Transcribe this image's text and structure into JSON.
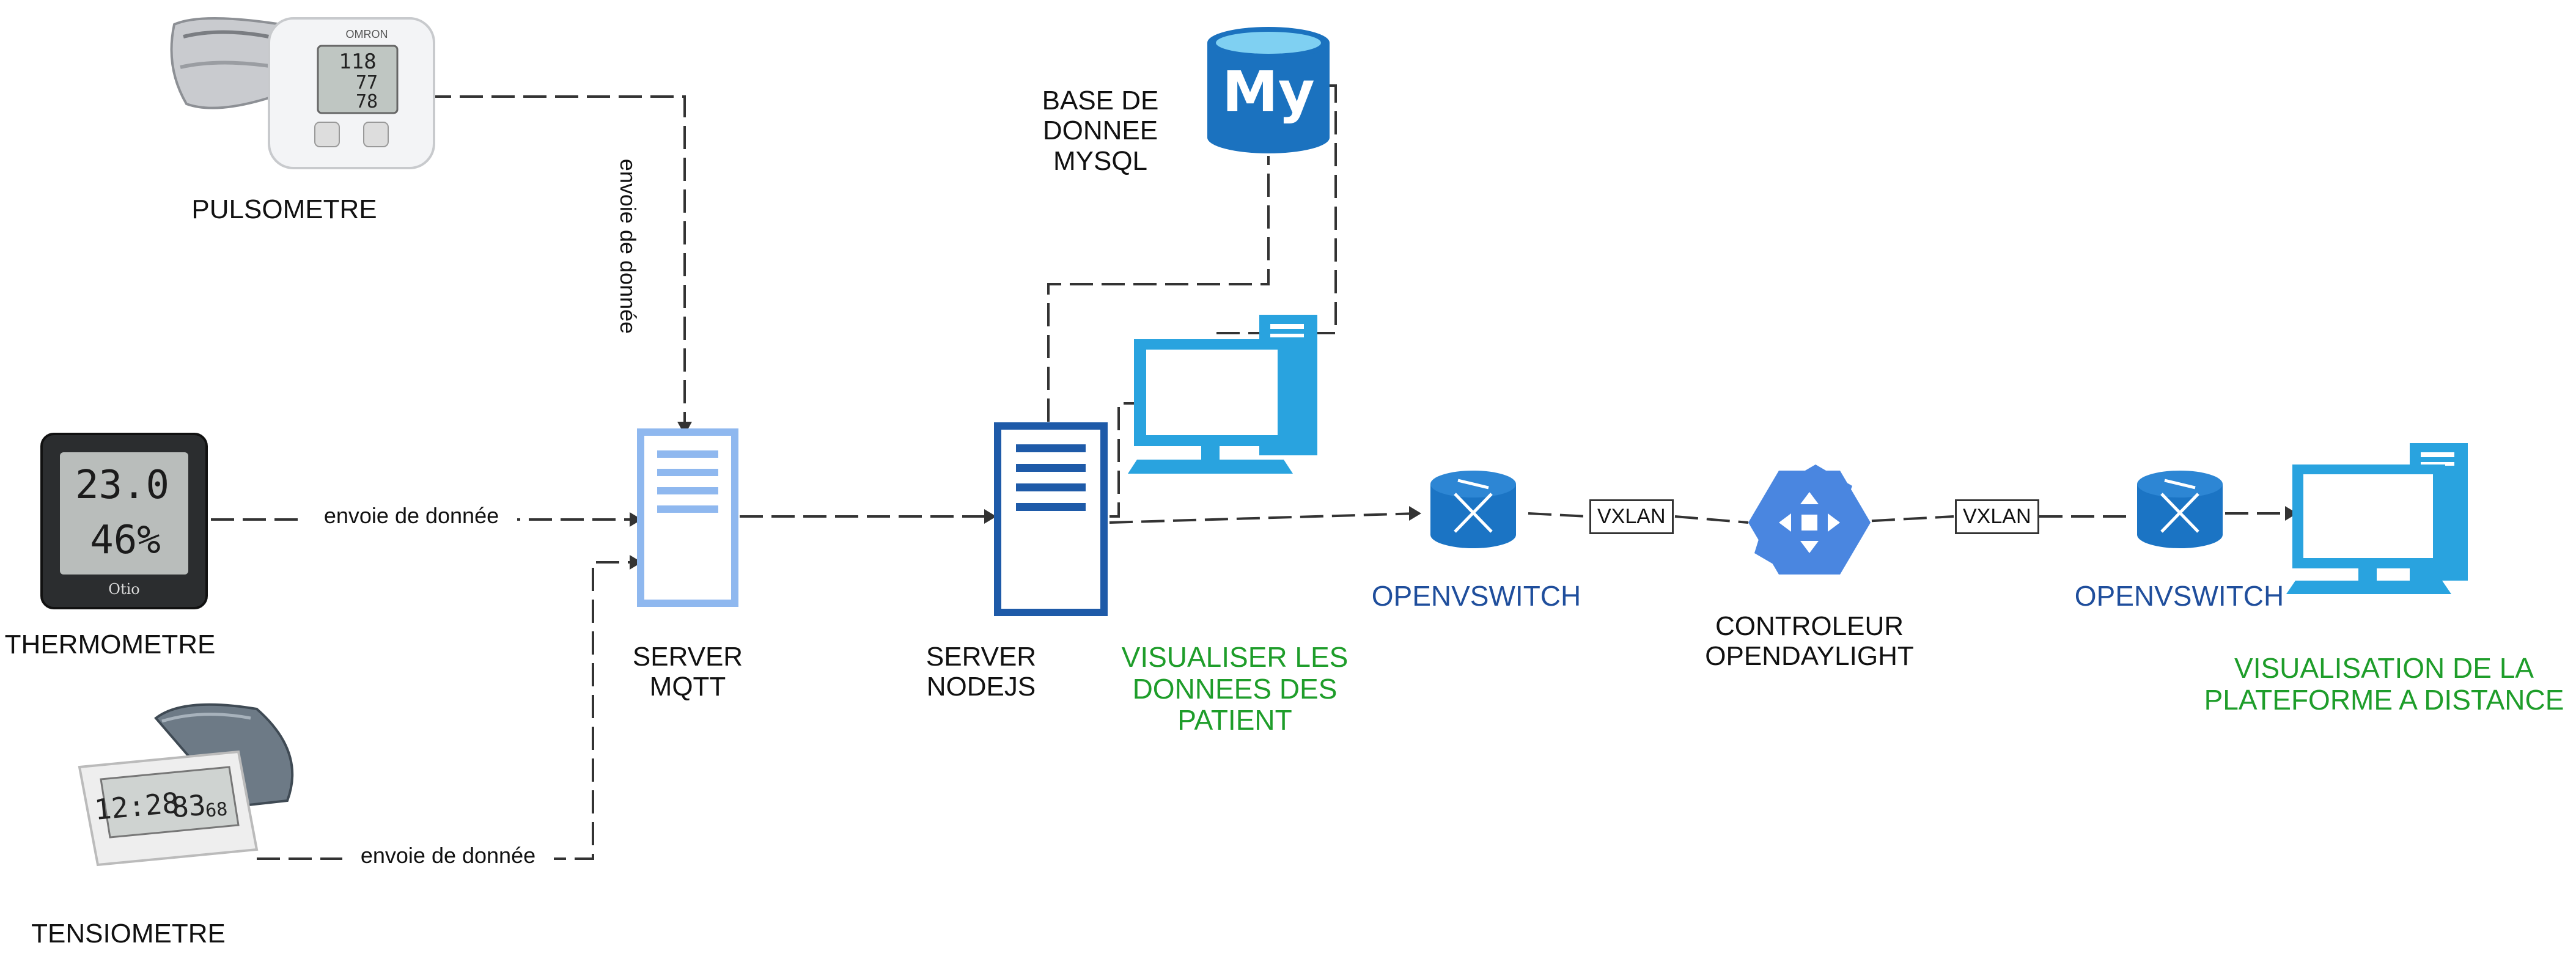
{
  "devices": {
    "pulsometre": "PULSOMETRE",
    "thermometre": "THERMOMETRE",
    "tensiometre": "TENSIOMETRE",
    "pulsometre_display": [
      "118",
      "77",
      "78"
    ],
    "thermometre_display": [
      "23.0",
      "46%"
    ],
    "thermometre_brand": "Otio",
    "tensiometre_display": [
      "12:28",
      "83",
      "68"
    ],
    "omron_brand": "OMRON"
  },
  "servers": {
    "mqtt": "SERVER\nMQTT",
    "nodejs": "SERVER\nNODEJS"
  },
  "database": {
    "label": "BASE DE\nDONNEE\nMYSQL",
    "logo_text": "My"
  },
  "edges": {
    "pulsometre_to_mqtt": "envoie de donnée",
    "thermometre_to_mqtt": "envoie de donnée",
    "tensiometre_to_mqtt": "envoie de donnée"
  },
  "network": {
    "ovs_left": "OPENVSWITCH",
    "ovs_right": "OPENVSWITCH",
    "controller": "CONTROLEUR\nOPENDAYLIGHT",
    "vxlan_left": "VXLAN",
    "vxlan_right": "VXLAN"
  },
  "outputs": {
    "visualiser_patient": "VISUALISER LES\nDONNEES DES\nPATIENT",
    "visualisation_distance": "VISUALISATION DE LA\nPLATEFORME A DISTANCE"
  },
  "colors": {
    "node_blue": "#1e5aa8",
    "mqtt_blue": "#8fb8ef",
    "computer_blue": "#29a3df",
    "switch_blue": "#1b74c4",
    "controller_blue": "#4a86e0",
    "label_blue": "#1f4e9c",
    "label_green": "#1e9d2a",
    "mysql_blue": "#1b72bf"
  }
}
